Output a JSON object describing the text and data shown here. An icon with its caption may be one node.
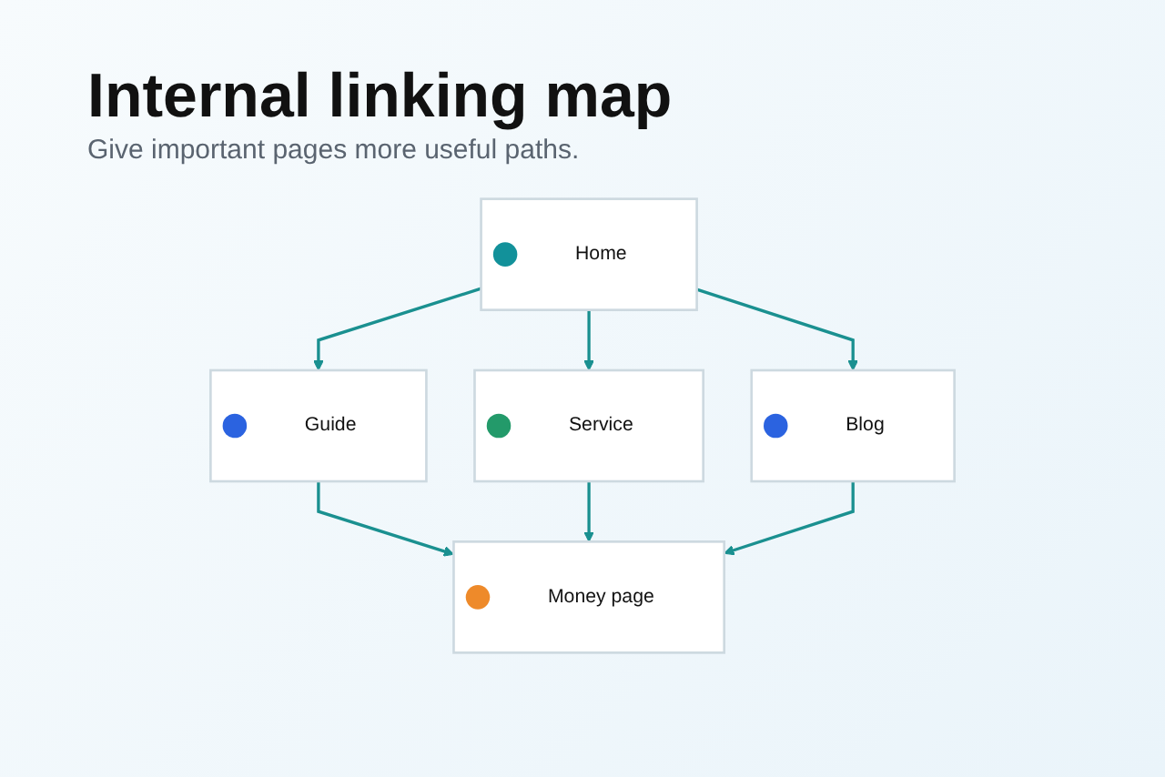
{
  "diagram": {
    "title": "Internal linking map",
    "caption": "Give important pages more useful paths.",
    "nodes": [
      {
        "text": [
          "Home"
        ]
      },
      {
        "text": [
          "Guide"
        ]
      },
      {
        "text": [
          "Service"
        ]
      },
      {
        "text": [
          "Blog"
        ]
      },
      {
        "text": [
          "Money page"
        ]
      }
    ],
    "edges": [
      {
        "from": 0,
        "to": 1,
        "arrow": "to"
      },
      {
        "from": 0,
        "to": 2,
        "arrow": "to"
      },
      {
        "from": 0,
        "to": 3,
        "arrow": "to"
      },
      {
        "from": 1,
        "to": 4,
        "arrow": "to"
      },
      {
        "from": 2,
        "to": 4,
        "arrow": "to"
      },
      {
        "from": 3,
        "to": 4,
        "arrow": "to"
      }
    ]
  }
}
